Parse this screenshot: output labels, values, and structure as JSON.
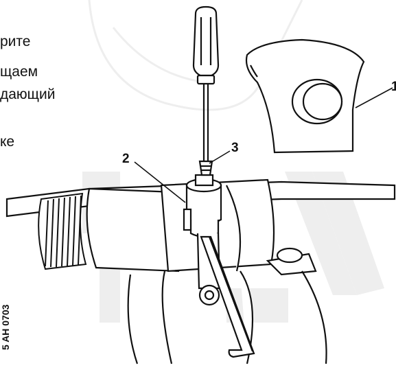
{
  "text_fragments": [
    "рите",
    "щаем",
    "дающий",
    "ке"
  ],
  "callouts": {
    "c1": "1",
    "c2": "2",
    "c3": "3"
  },
  "figure_code": "AH 0703",
  "figure_code_prefix": "5",
  "colors": {
    "line": "#111111",
    "watermark": "#eeeeee",
    "fill": "#ffffff"
  }
}
